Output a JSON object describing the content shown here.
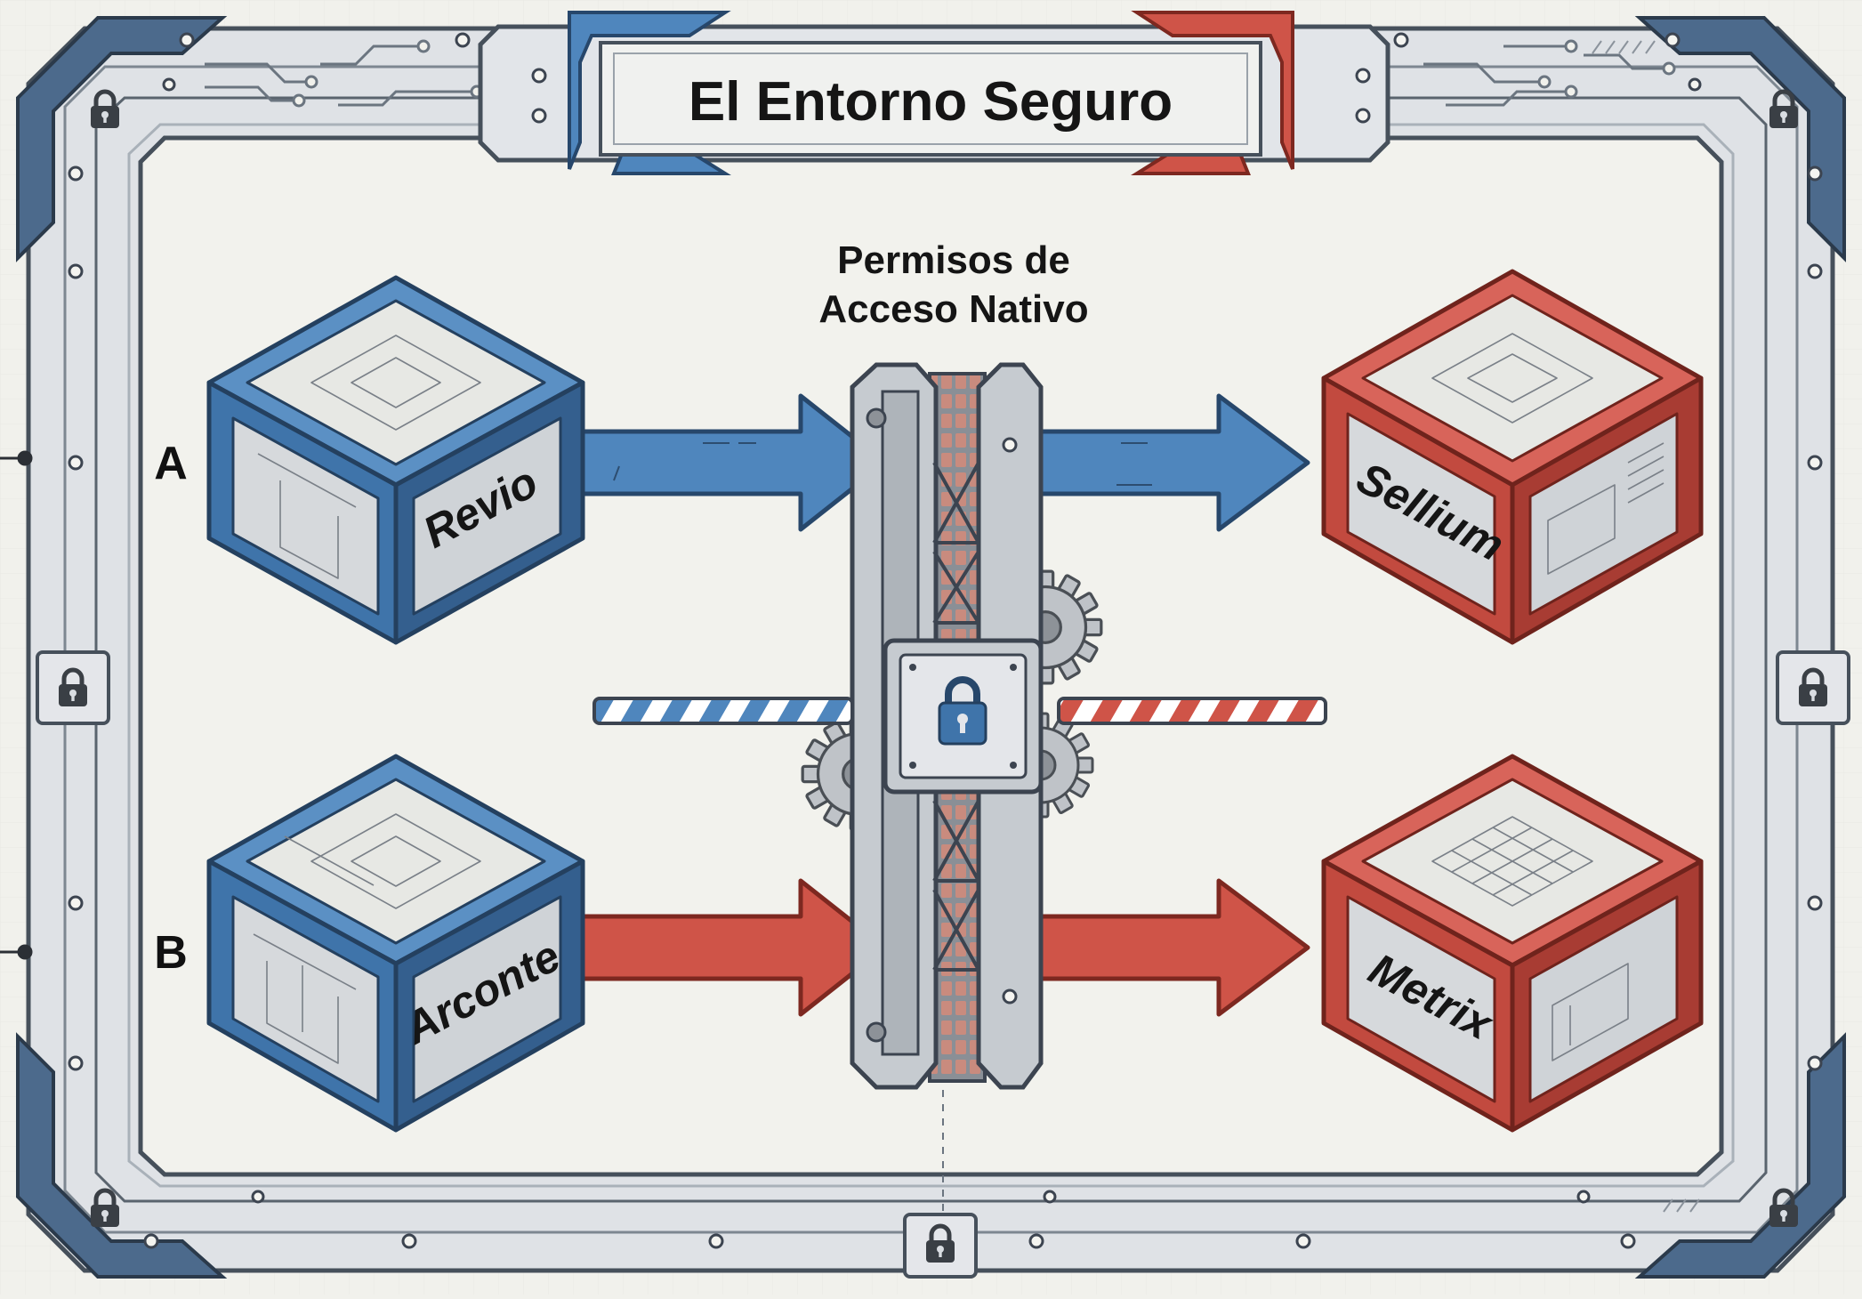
{
  "title": "El Entorno Seguro",
  "gateway": {
    "line1": "Permisos de",
    "line2": "Acceso Nativo"
  },
  "rows": [
    {
      "marker": "A",
      "source": "Revio",
      "target": "Sellium"
    },
    {
      "marker": "B",
      "source": "Arconte",
      "target": "Metrix"
    }
  ],
  "colors": {
    "blue": "#4f86bd",
    "blue_dark": "#27476b",
    "red": "#cf5448",
    "red_dark": "#7d2820",
    "frame": "#d9dde2",
    "frame_edge": "#46505b",
    "background": "#f1f1ec"
  },
  "icons": [
    "lock-icon",
    "gear-icon",
    "circuit-trace-icon"
  ]
}
